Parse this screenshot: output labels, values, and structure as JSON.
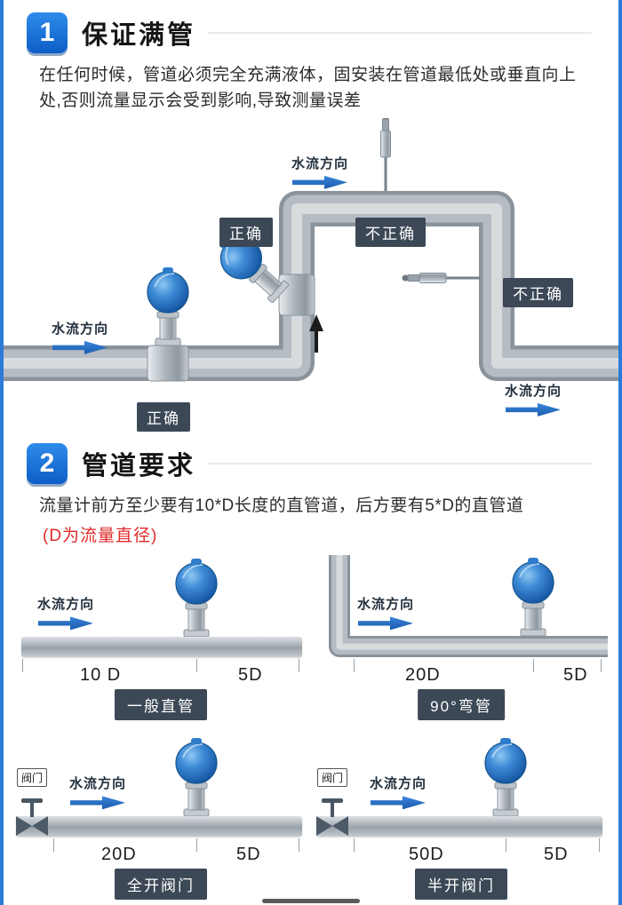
{
  "theme": {
    "accent_blue": "#1a6fd8",
    "tag_bg": "#3c4856",
    "arrow_blue": "#2265b4",
    "red": "#e02a2a",
    "pipe_gray": "#a7afb6",
    "meter_blue": "#2e84d6"
  },
  "section1": {
    "number": "1",
    "title": "保证满管",
    "body": "在任何时候，管道必须完全充满液体，固安装在管道最低处或垂直向上处,否则流量显示会受到影响,导致测量误差",
    "flow_top": "水流方向",
    "flow_left": "水流方向",
    "flow_bottom_right": "水流方向",
    "tag_incorrect_top": "不正确",
    "tag_correct_mid": "正确",
    "tag_incorrect_right": "不正确",
    "tag_correct_bottom": "正确"
  },
  "section2": {
    "number": "2",
    "title": "管道要求",
    "body": "流量计前方至少要有10*D长度的直管道，后方要有5*D的直管道",
    "note": "(D为流量直径)",
    "diagrams": [
      {
        "flow": "水流方向",
        "before": "10 D",
        "after": "5D",
        "caption": "一般直管"
      },
      {
        "flow": "水流方向",
        "before": "20D",
        "after": "5D",
        "caption": "90°弯管"
      },
      {
        "flow": "水流方向",
        "before": "20D",
        "after": "5D",
        "caption": "全开阀门",
        "valve": "阀门"
      },
      {
        "flow": "水流方向",
        "before": "50D",
        "after": "5D",
        "caption": "半开阀门",
        "valve": "阀门"
      }
    ]
  }
}
